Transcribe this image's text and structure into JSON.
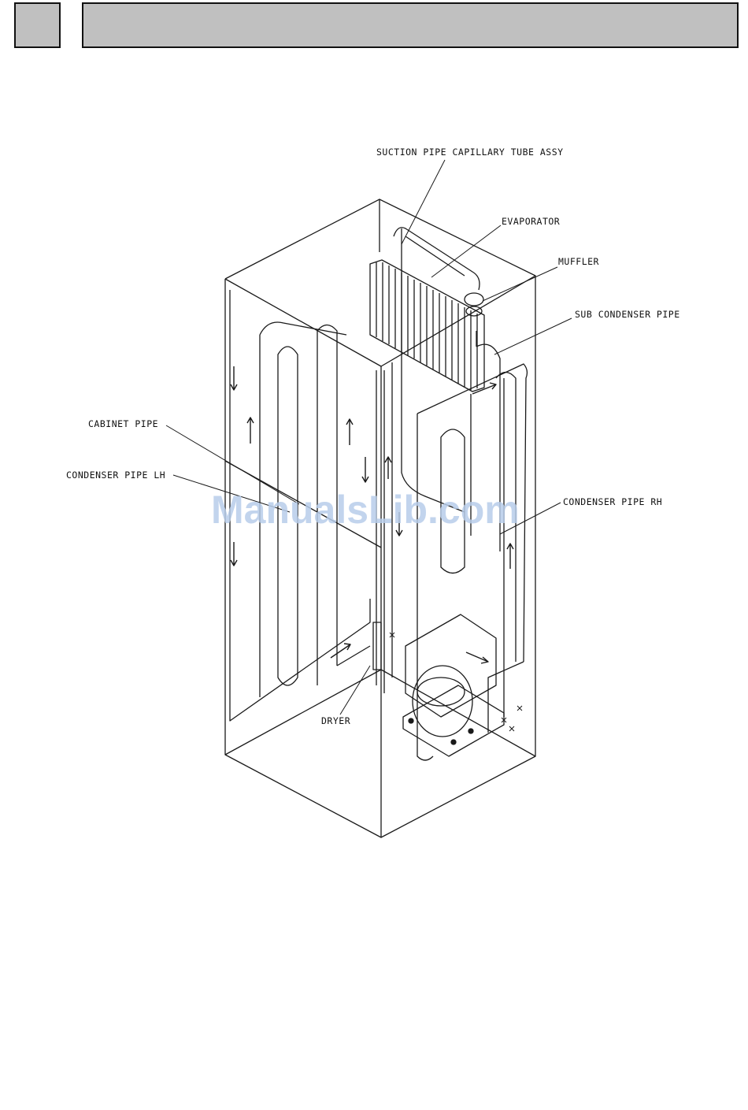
{
  "header": {
    "left_box": "",
    "title_bar": ""
  },
  "diagram": {
    "labels": {
      "suction": "SUCTION PIPE CAPILLARY TUBE ASSY",
      "evaporator": "EVAPORATOR",
      "muffler": "MUFFLER",
      "sub_condenser": "SUB CONDENSER PIPE",
      "cabinet": "CABINET PIPE",
      "condenser_lh": "CONDENSER PIPE LH",
      "condenser_rh": "CONDENSER PIPE RH",
      "dryer": "DRYER"
    }
  },
  "watermark": "ManualsLib.com"
}
